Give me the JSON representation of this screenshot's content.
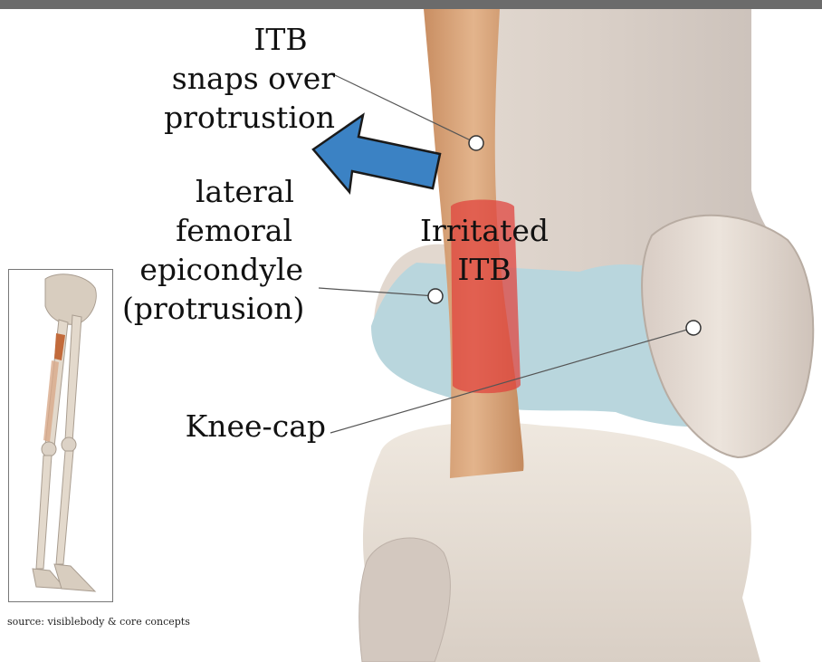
{
  "labels": {
    "itb_line1": "ITB",
    "itb_line2": "snaps over",
    "itb_line3": "protrustion",
    "lateral_line1": "lateral",
    "lateral_line2": "femoral",
    "lateral_line3": "epicondyle",
    "lateral_line4": "(protrusion)",
    "irritated_line1": "Irritated",
    "irritated_line2": "ITB",
    "kneecap": "Knee-cap"
  },
  "source_text": "source: visiblebody & core concepts",
  "colors": {
    "arrow_fill": "#3b82c4",
    "arrow_stroke": "#1a1a1a",
    "irritated_region": "#e0403a",
    "itb_band": "#d9a57c",
    "bone": "#e6dcd3",
    "cartilage": "#b9d6dd",
    "top_bar": "#6b6b6b"
  },
  "icons": {
    "direction_arrow": "left-arrow-icon",
    "pointer_marker": "circle-marker-icon"
  }
}
